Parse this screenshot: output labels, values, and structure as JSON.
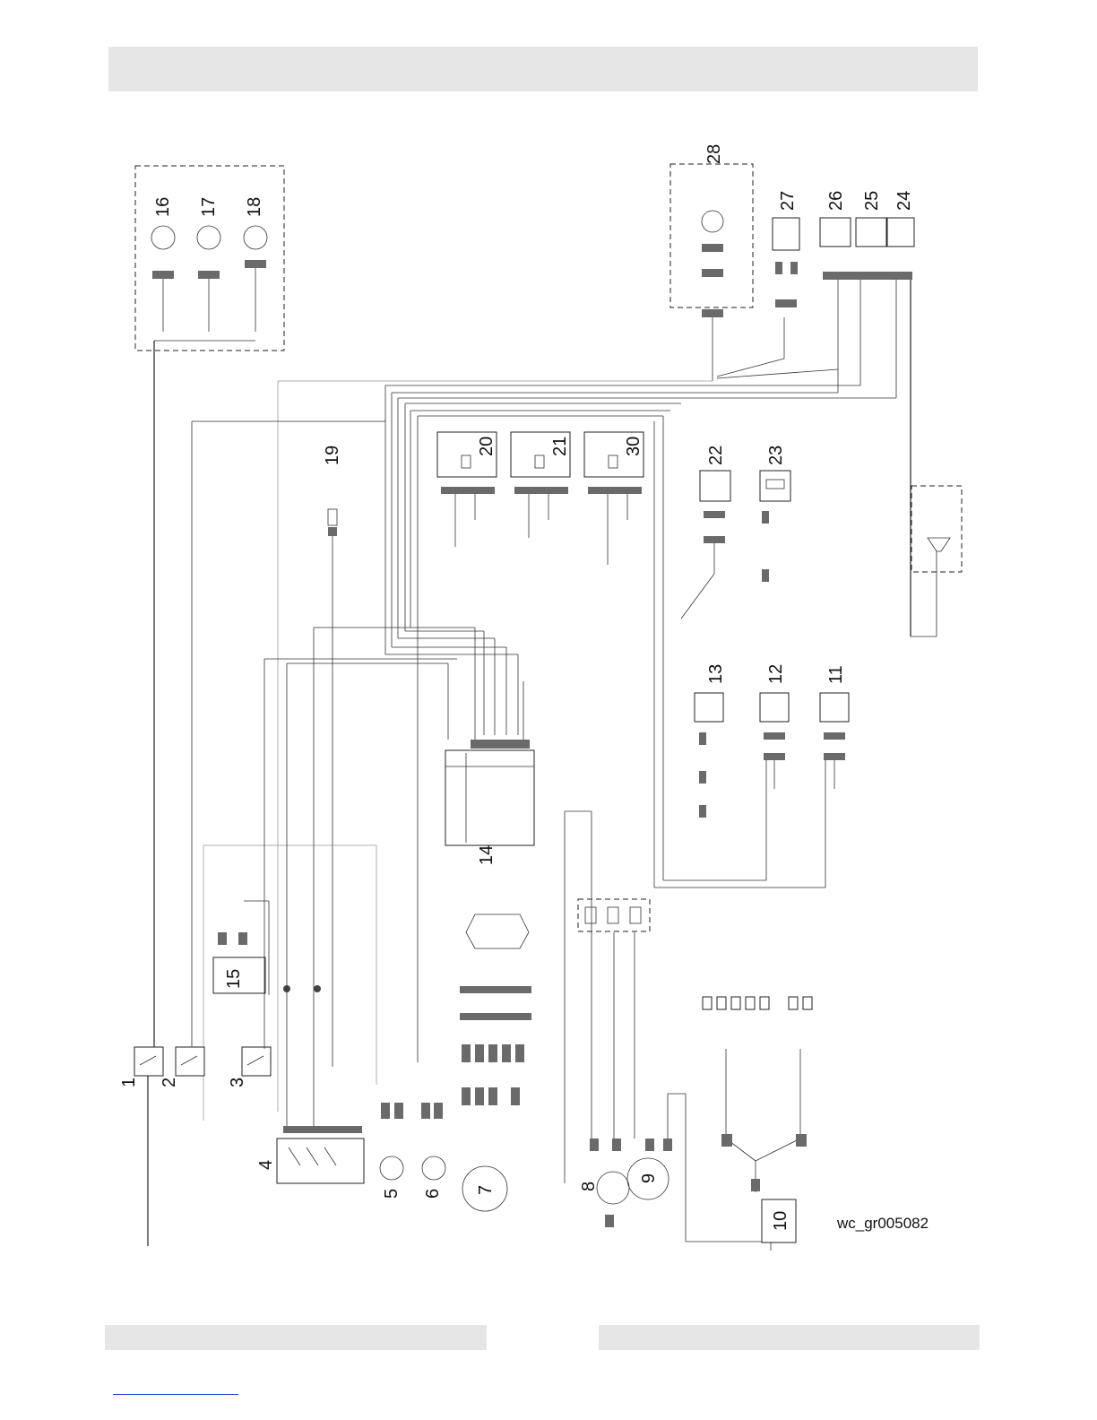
{
  "diagram": {
    "figure_code": "wc_gr005082",
    "callouts": {
      "c1": "1",
      "c2": "2",
      "c3": "3",
      "c4": "4",
      "c5": "5",
      "c6": "6",
      "c7": "7",
      "c8": "8",
      "c9": "9",
      "c10": "10",
      "c11": "11",
      "c12": "12",
      "c13": "13",
      "c14": "14",
      "c15": "15",
      "c16": "16",
      "c17": "17",
      "c18": "18",
      "c19": "19",
      "c20": "20",
      "c21": "21",
      "c22": "22",
      "c23": "23",
      "c24": "24",
      "c25": "25",
      "c26": "26",
      "c27": "27",
      "c28": "28",
      "c30": "30"
    }
  }
}
